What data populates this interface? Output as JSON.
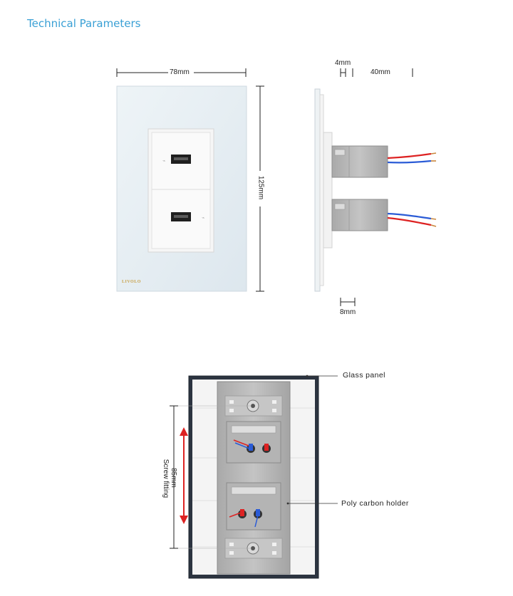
{
  "page": {
    "heading": "Technical Parameters"
  },
  "front_view": {
    "width_label": "78mm",
    "height_label": "125mm",
    "brand_logo": "LIVOLO"
  },
  "side_view": {
    "front_depth_label": "4mm",
    "back_depth_label": "40mm",
    "bottom_label": "8mm"
  },
  "back_view": {
    "glass_panel_label": "Glass panel",
    "holder_label": "Poly carbon holder",
    "screw_distance_label": "85mm",
    "screw_fitting_label": "Screw fitting"
  },
  "colors": {
    "heading": "#3aa0d5",
    "glass": "#e6eef3",
    "module": "#f4f4f4",
    "holder": "#b9b9b9",
    "wire_red": "#d22",
    "wire_blue": "#2a5bd6"
  }
}
